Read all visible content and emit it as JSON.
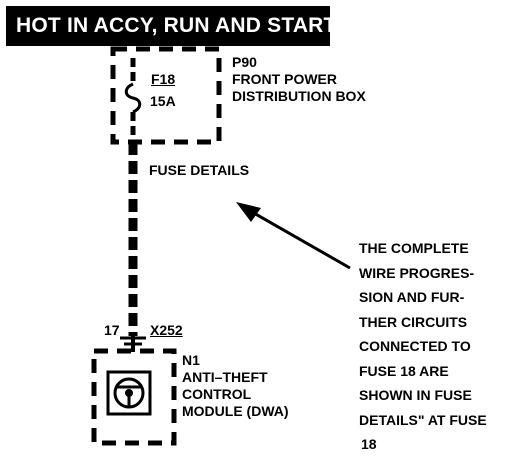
{
  "header": {
    "title": "HOT IN ACCY, RUN AND START"
  },
  "fuse_box": {
    "id": "P90",
    "name_lines": [
      "FRONT POWER",
      "DISTRIBUTION BOX"
    ],
    "fuse_id": "F18",
    "fuse_rating": "15A"
  },
  "wire": {
    "fuse_details_label": "FUSE DETAILS"
  },
  "connector": {
    "pin": "17",
    "id": "X252"
  },
  "module": {
    "id": "N1",
    "name_lines": [
      "ANTI–THEFT",
      "CONTROL",
      "MODULE (DWA)"
    ]
  },
  "note": {
    "lines": [
      "THE COMPLETE",
      "WIRE PROGRES-",
      "SION AND FUR-",
      "THER CIRCUITS",
      "CONNECTED TO",
      "FUSE 18 ARE",
      "SHOWN IN FUSE",
      "DETAILS\" AT FUSE",
      "18"
    ]
  },
  "colors": {
    "ink": "#000000",
    "paper": "#ffffff"
  },
  "icons": [
    "fuse-icon",
    "steering-wheel-icon",
    "arrow-icon"
  ]
}
